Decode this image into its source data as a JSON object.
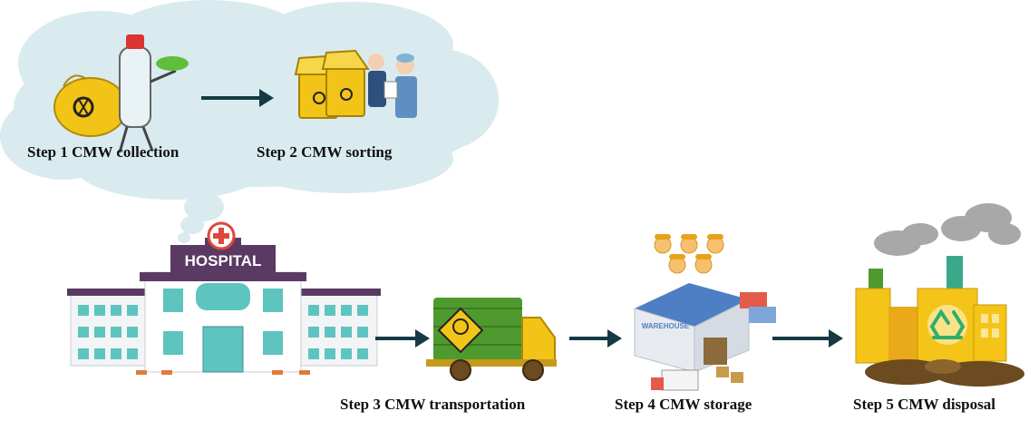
{
  "steps": [
    {
      "label": "Step 1 CMW collection"
    },
    {
      "label": "Step 2 CMW sorting"
    },
    {
      "label": "Step 3 CMW transportation"
    },
    {
      "label": "Step 4 CMW storage"
    },
    {
      "label": "Step 5 CMW disposal"
    }
  ],
  "hospital": {
    "sign": "HOSPITAL"
  },
  "warehouse": {
    "sign": "WAREHOUSE"
  },
  "colors": {
    "cloud": "#d9ebee",
    "arrow": "#163a44",
    "bin_yellow": "#f2c417",
    "truck_green": "#4f9a2e",
    "hospital_sign": "#5a3a63",
    "hospital_glass": "#5ec4c0",
    "factory_yellow": "#f4c418",
    "smoke": "#9a9a9a"
  },
  "icons": [
    "medical-waste-bag-icon",
    "bottle-character-icon",
    "yellow-bins-icon",
    "health-worker-icon",
    "hospital-icon",
    "biohazard-truck-icon",
    "warehouse-icon",
    "worker-heads-icon",
    "factory-icon",
    "recycle-icon",
    "smoke-icon"
  ]
}
